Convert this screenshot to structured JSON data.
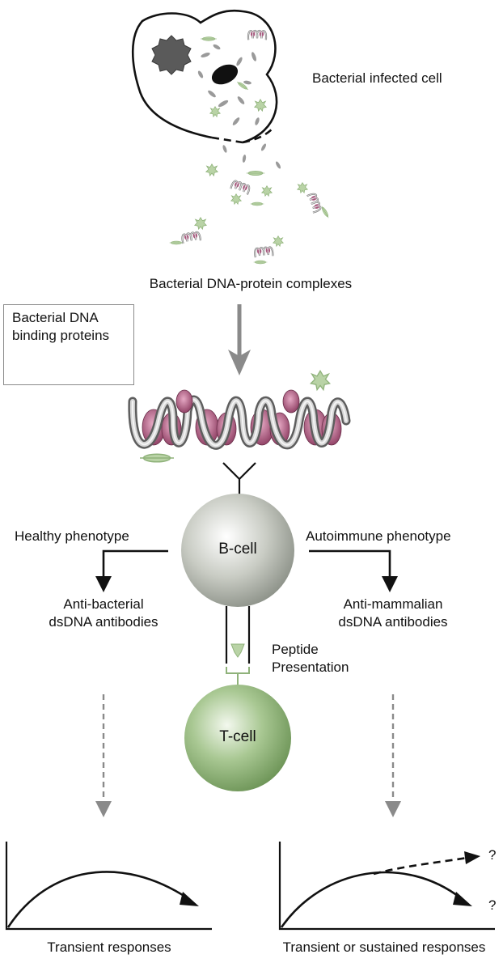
{
  "labels": {
    "infected_cell": "Bacterial infected cell",
    "complexes": "Bacterial DNA-protein complexes",
    "legend_line1": "Bacterial DNA",
    "legend_line2": "binding proteins",
    "healthy": "Healthy phenotype",
    "autoimmune": "Autoimmune phenotype",
    "bcell": "B-cell",
    "tcell": "T-cell",
    "anti_bact_1": "Anti-bacterial",
    "anti_bact_2": "dsDNA antibodies",
    "anti_mamm_1": "Anti-mammalian",
    "anti_mamm_2": "dsDNA antibodies",
    "peptide_1": "Peptide",
    "peptide_2": "Presentation",
    "transient": "Transient responses",
    "sustained": "Transient or sustained responses",
    "q1": "?",
    "q2": "?"
  },
  "colors": {
    "protein_green": "#b9d3a6",
    "nucleosome_pink": "#a8587e",
    "dna_grey": "#9a9a9a",
    "bcell_grey": "#9fa39a",
    "tcell_green": "#8fb27a",
    "arrow_grey": "#8a8a8a"
  }
}
